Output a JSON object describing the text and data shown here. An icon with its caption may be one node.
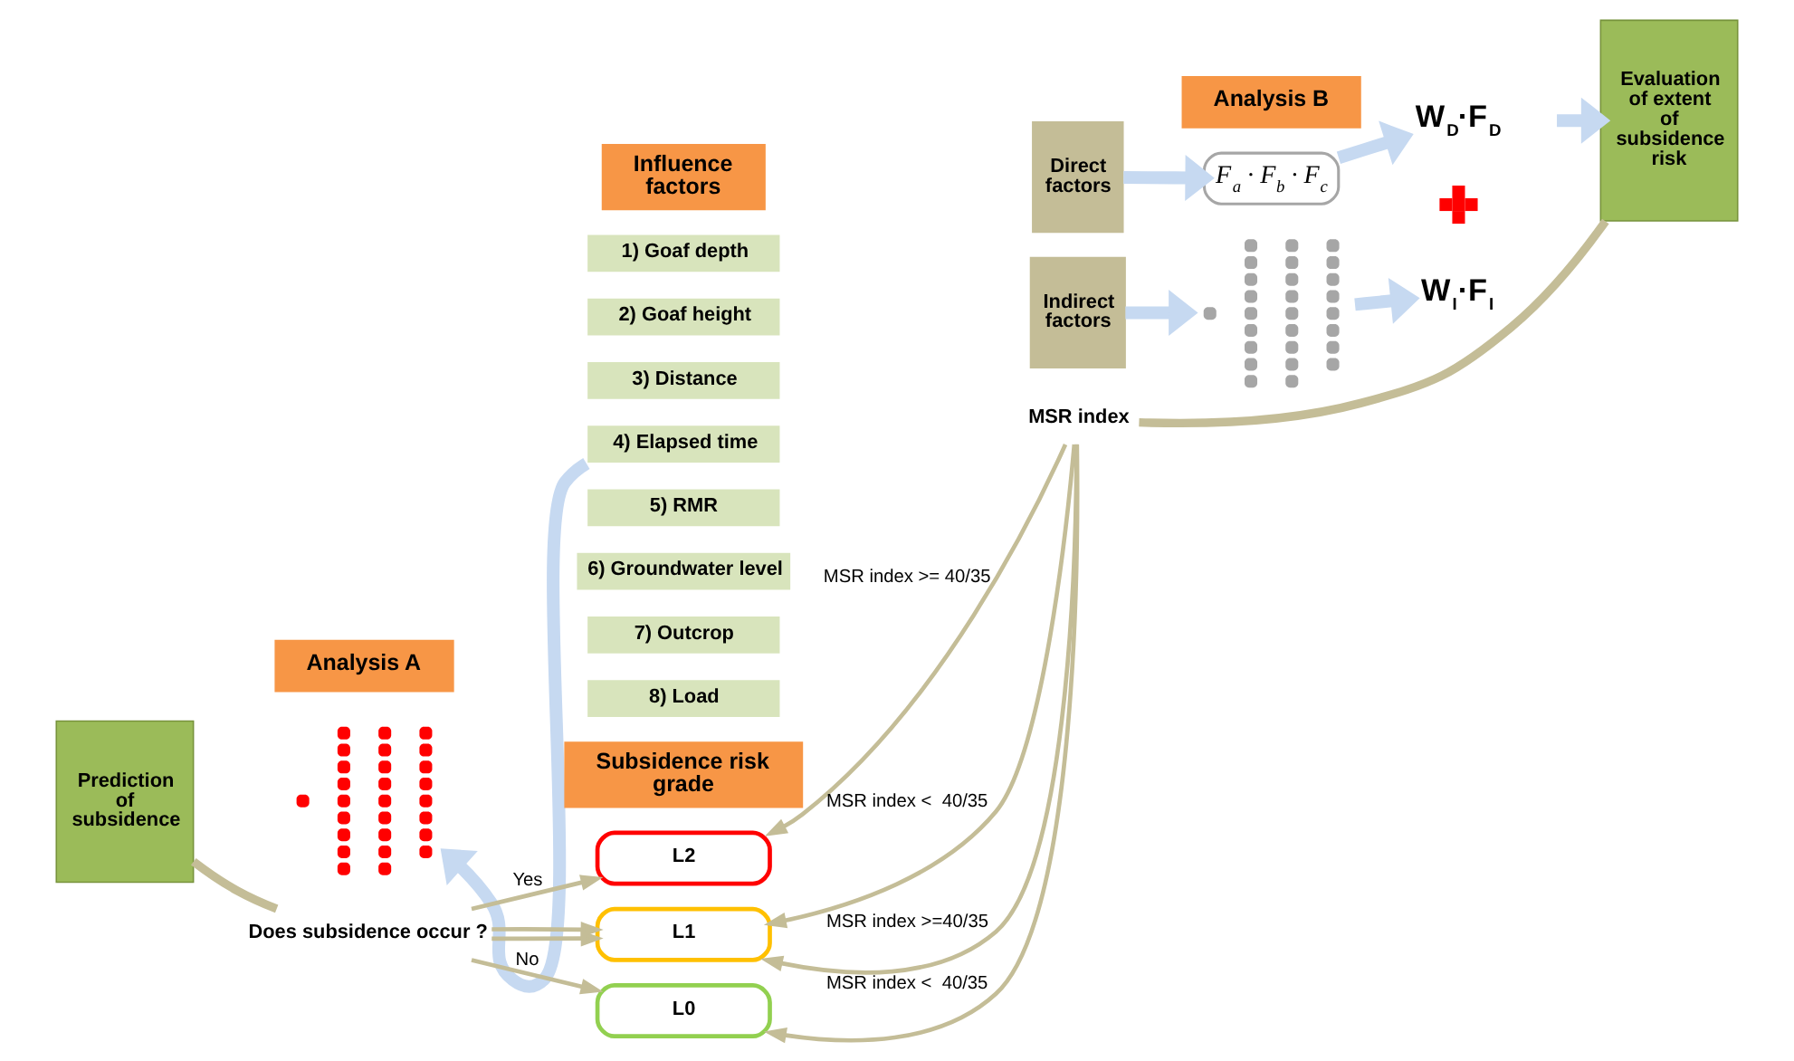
{
  "diagram": {
    "nodes": [
      {
        "text": [
          "Analysis A"
        ]
      },
      {
        "text": [
          "Prediction of subsidence"
        ]
      },
      {
        "text": [],
        "shape": "picture"
      },
      {
        "text": [
          "Influence factors"
        ]
      },
      {
        "text": [
          "1) Goaf depth"
        ]
      },
      {
        "text": [
          "2) Goaf height"
        ]
      },
      {
        "text": [
          "3) Distance"
        ]
      },
      {
        "text": [
          "4) Elapsed time"
        ]
      },
      {
        "text": [
          "5) RMR"
        ]
      },
      {
        "text": [
          "6) Groundwater level"
        ]
      },
      {
        "text": [
          "7) Outcrop"
        ]
      },
      {
        "text": [
          "8) Load"
        ]
      },
      {
        "text": [
          "Analysis B"
        ]
      },
      {
        "text": [
          "Direct factors"
        ]
      },
      {
        "text": [
          "F$_{a}$ · F$_{b}$ · F$_{c}$"
        ]
      },
      {
        "text": [
          "W$_{D}$·F$_{D}$"
        ]
      },
      {
        "text": [],
        "shape": "cross"
      },
      {
        "text": [
          "Indirect factors"
        ]
      },
      {
        "text": [],
        "shape": "picture"
      },
      {
        "text": [
          "W$_{I}$·F$_{I}$"
        ]
      },
      {
        "text": [
          "Evaluation of extent of subsidence risk"
        ]
      },
      {
        "text": [
          "Subsidence risk grade"
        ]
      },
      {
        "text": [
          "L2"
        ]
      },
      {
        "text": [
          "L1"
        ]
      },
      {
        "text": [
          "L0"
        ]
      },
      {
        "text": [
          "Does subsidence occur ?"
        ]
      },
      {
        "text": [
          "MSR index"
        ]
      }
    ],
    "edges": [
      {
        "from": 7,
        "to": 2,
        "arrow": "to",
        "style": "thick",
        "color": "#c6d9f1"
      },
      {
        "from": 13,
        "to": 14,
        "arrow": "to",
        "style": "thick",
        "color": "#c6d9f1"
      },
      {
        "from": 14,
        "to": 15,
        "arrow": "to",
        "style": "thick",
        "color": "#c6d9f1"
      },
      {
        "from": 17,
        "to": 18,
        "arrow": "to",
        "style": "thick",
        "color": "#c6d9f1"
      },
      {
        "from": 18,
        "to": 19,
        "arrow": "to",
        "style": "thick",
        "color": "#c6d9f1"
      },
      {
        "from": null,
        "to": 20,
        "arrow": "to",
        "style": "thick",
        "color": "#c6d9f1"
      },
      {
        "from": 1,
        "to": 25,
        "arrow": "none",
        "style": "thick"
      },
      {
        "from": 25,
        "to": 22,
        "arrow": "to",
        "label": "Yes"
      },
      {
        "from": 25,
        "to": 23,
        "arrow": "to"
      },
      {
        "from": 25,
        "to": 23,
        "arrow": "to"
      },
      {
        "from": 25,
        "to": 24,
        "arrow": "to",
        "label": "No"
      },
      {
        "from": 20,
        "to": 26,
        "arrow": "none",
        "style": "thick"
      },
      {
        "from": 26,
        "to": 22,
        "arrow": "to",
        "label": "MSR index >= 40/35"
      },
      {
        "from": 26,
        "to": 23,
        "arrow": "to",
        "label": "MSR index <  40/35"
      },
      {
        "from": 26,
        "to": 23,
        "arrow": "to",
        "label": "MSR index >=40/35"
      },
      {
        "from": 26,
        "to": 24,
        "arrow": "to",
        "label": "MSR index <  40/35"
      }
    ]
  }
}
